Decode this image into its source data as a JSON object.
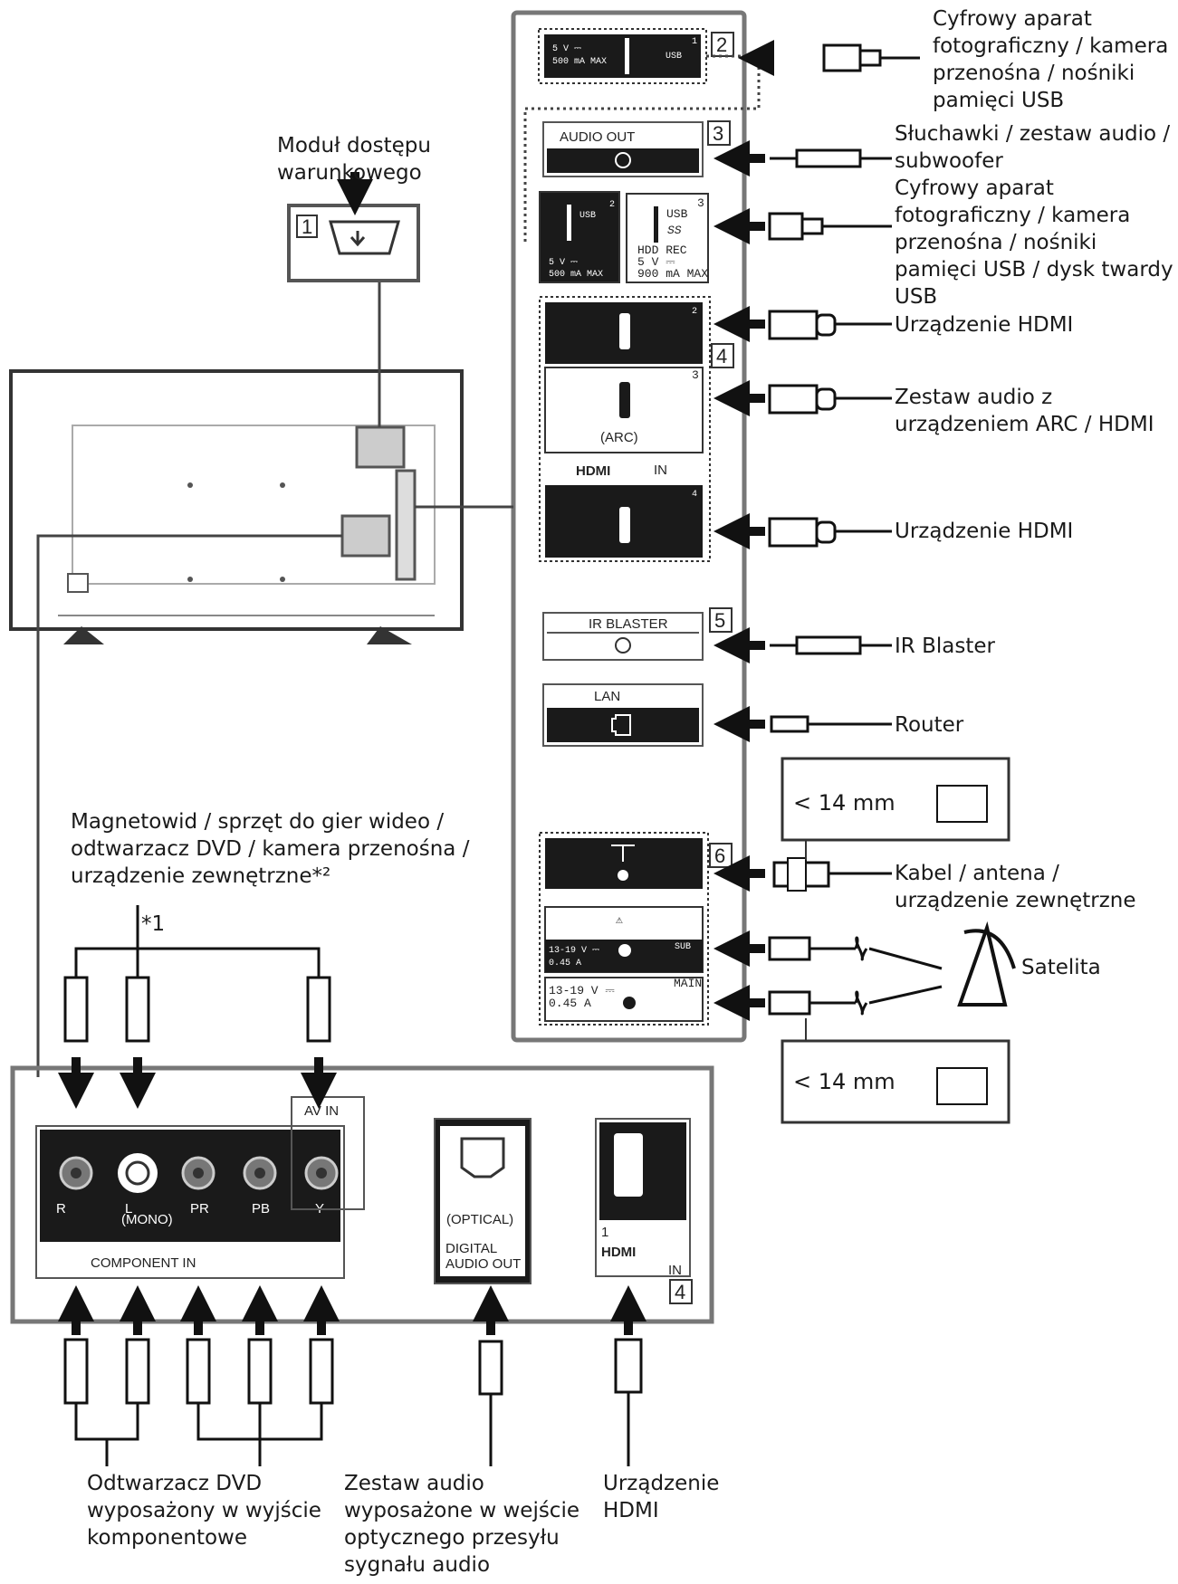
{
  "labels": {
    "cam_usb_top": [
      "Cyfrowy aparat",
      "fotograficzny / kamera",
      "przenośna / nośniki",
      "pamięci USB"
    ],
    "headphones": [
      "Słuchawki / zestaw audio /",
      "subwoofer"
    ],
    "cam_usb_hdd": [
      "Cyfrowy aparat",
      "fotograficzny / kamera",
      "przenośna / nośniki",
      "pamięci USB / dysk twardy",
      "USB"
    ],
    "hdmi_device_1": "Urządzenie HDMI",
    "arc_audio": [
      "Zestaw audio z",
      "urządzeniem ARC / HDMI"
    ],
    "hdmi_device_2": "Urządzenie HDMI",
    "ir_blaster": "IR Blaster",
    "router": "Router",
    "cable_antenna": [
      "Kabel / antena /",
      "urządzenie zewnętrzne"
    ],
    "satellite": "Satelita",
    "cam_module": [
      "Moduł dostępu",
      "warunkowego"
    ],
    "av_sources": [
      "Magnetowid / sprzęt do gier wideo /",
      "odtwarzacz DVD / kamera przenośna /",
      "urządzenie zewnętrzne*²"
    ],
    "footnote_1": "*1",
    "dvd_component": [
      "Odtwarzacz DVD",
      "wyposażony w wyjście",
      "komponentowe"
    ],
    "optical_audio": [
      "Zestaw audio",
      "wyposażone w wejście",
      "optycznego przesyłu",
      "sygnału audio"
    ],
    "hdmi_device_bottom": [
      "Urządzenie",
      "HDMI"
    ],
    "mm_top": "< 14 mm",
    "mm_bottom": "< 14 mm"
  },
  "ports": {
    "usb1": {
      "spec": [
        "5 V ⎓",
        "500 mA MAX"
      ],
      "name": "USB",
      "num": "1"
    },
    "audio_out": "AUDIO OUT",
    "usb2": {
      "name": "USB",
      "spec": [
        "5 V ⎓",
        "500 mA MAX"
      ],
      "num": "2"
    },
    "usb3": {
      "name": "USB",
      "ss": "SS",
      "rec": "HDD REC",
      "spec": [
        "5 V ⎓",
        "900 mA MAX"
      ],
      "num": "3"
    },
    "hdmi2_num": "2",
    "hdmi3_num": "3",
    "hdmi3_arc": "(ARC)",
    "hdmi_logo": "HDMI",
    "hdmi_in": "IN",
    "hdmi4_num": "4",
    "ir_blaster": "IR BLASTER",
    "lan": "LAN",
    "sat_sub": {
      "spec": [
        "13-19 V ⎓",
        "0.45 A"
      ],
      "name": "SUB"
    },
    "sat_main": {
      "spec": [
        "13-19 V ⎓",
        "0.45 A"
      ],
      "name": "MAIN"
    },
    "av_in": "AV IN",
    "r_label": "R",
    "l_label": "L",
    "mono": "(MONO)",
    "pr": "PR",
    "pb": "PB",
    "y": "Y",
    "component_in": "COMPONENT IN",
    "optical": "(OPTICAL)",
    "digital_audio_out": [
      "DIGITAL",
      "AUDIO OUT"
    ],
    "hdmi1_num": "1"
  },
  "badges": {
    "b1": "1",
    "b2": "2",
    "b3": "3",
    "b4": "4",
    "b5": "5",
    "b6": "6",
    "b4_bottom": "4"
  }
}
